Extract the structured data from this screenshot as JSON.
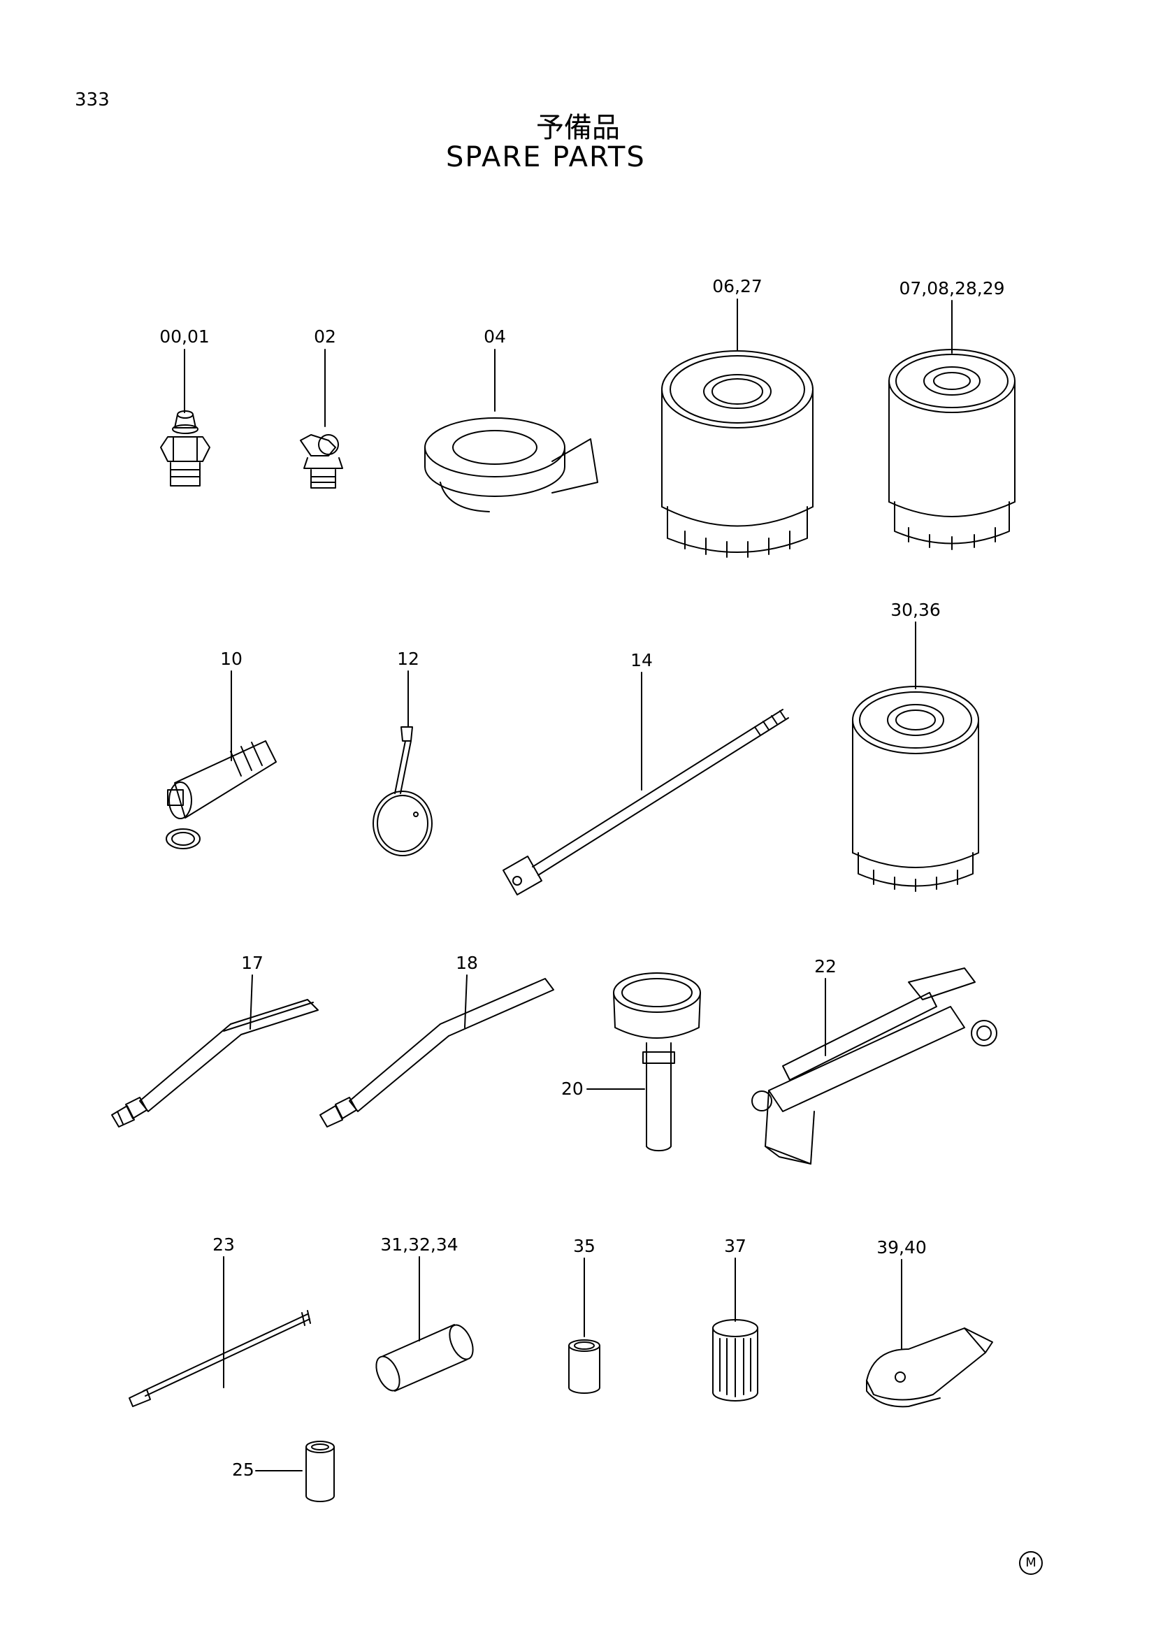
{
  "page_number": "333",
  "title_jp": "予備品",
  "title_en": "SPARE PARTS",
  "part_labels": {
    "p00_01": "00,01",
    "p02": "02",
    "p04": "04",
    "p06_27": "06,27",
    "p07_08_28_29": "07,08,28,29",
    "p10": "10",
    "p12": "12",
    "p14": "14",
    "p30_36": "30,36",
    "p17": "17",
    "p18": "18",
    "p20": "20",
    "p22": "22",
    "p23": "23",
    "p31_32_34": "31,32,34",
    "p35": "35",
    "p37": "37",
    "p39_40": "39,40",
    "p25": "25"
  },
  "corner_mark": "M"
}
